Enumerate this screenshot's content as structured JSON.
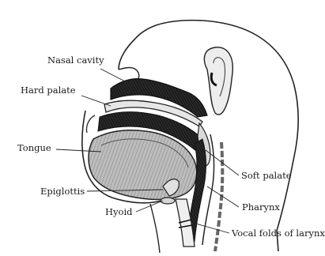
{
  "diagram": {
    "labels": {
      "nasal_cavity": "Nasal cavity",
      "hard_palate": "Hard palate",
      "tongue": "Tongue",
      "epiglottis": "Epiglottis",
      "hyoid": "Hyoid",
      "soft_palate": "Soft palate",
      "pharynx": "Pharynx",
      "vocal_folds": "Vocal folds of larynx"
    },
    "colors": {
      "ink": "#1a1a1a",
      "cavity": "#2b2b2b",
      "tongue_fill": "#b8b8b8",
      "skin_outline": "#222222"
    }
  }
}
